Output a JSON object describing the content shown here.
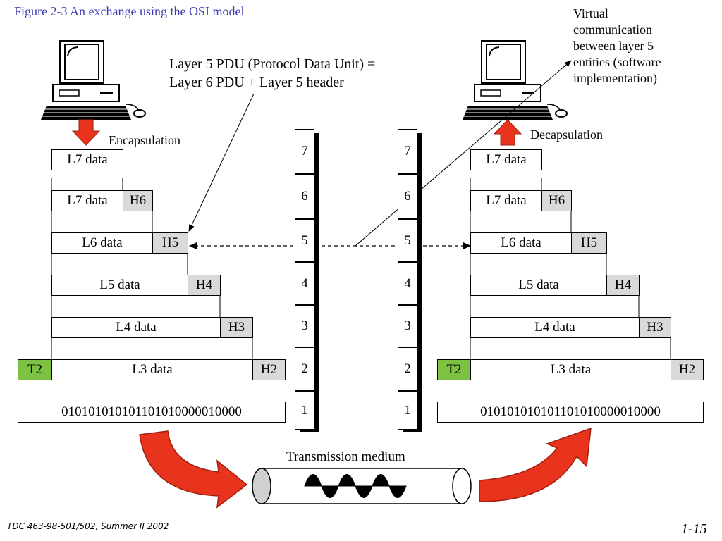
{
  "figure_title": "Figure  2-3 An exchange using the OSI model",
  "pdu_note": [
    "Layer 5 PDU (Protocol Data Unit) =",
    "Layer 6 PDU + Layer 5 header"
  ],
  "virtual_note": [
    "Virtual",
    "communication",
    "between layer 5",
    "entities (software",
    "implementation)"
  ],
  "encapsulation_label": "Encapsulation",
  "decapsulation_label": "Decapsulation",
  "medium_label": "Transmission medium",
  "footer_left": "TDC 463-98-501/502, Summer II 2002",
  "page_number": "1-15",
  "layer_numbers": [
    "7",
    "6",
    "5",
    "4",
    "3",
    "2",
    "1"
  ],
  "left_stack": {
    "l7": "L7 data",
    "l7b": "L7 data",
    "h6": "H6",
    "l6": "L6 data",
    "h5": "H5",
    "l5": "L5 data",
    "h4": "H4",
    "l4": "L4 data",
    "h3": "H3",
    "t2": "T2",
    "l3": "L3 data",
    "h2": "H2",
    "bits": "010101010101101010000010000"
  },
  "right_stack": {
    "l7": "L7 data",
    "l7b": "L7 data",
    "h6": "H6",
    "l6": "L6 data",
    "h5": "H5",
    "l5": "L5 data",
    "h4": "H4",
    "l4": "L4 data",
    "h3": "H3",
    "t2": "T2",
    "l3": "L3 data",
    "h2": "H2",
    "bits": "010101010101101010000010000"
  },
  "colors": {
    "title": "#3b3bb8",
    "header": "#d9d9d9",
    "trailer": "#7dc242",
    "arrow": "#e8341c"
  },
  "icons": [
    "computer-icon",
    "curved-arrow",
    "cable-cylinder",
    "sine-wave"
  ]
}
